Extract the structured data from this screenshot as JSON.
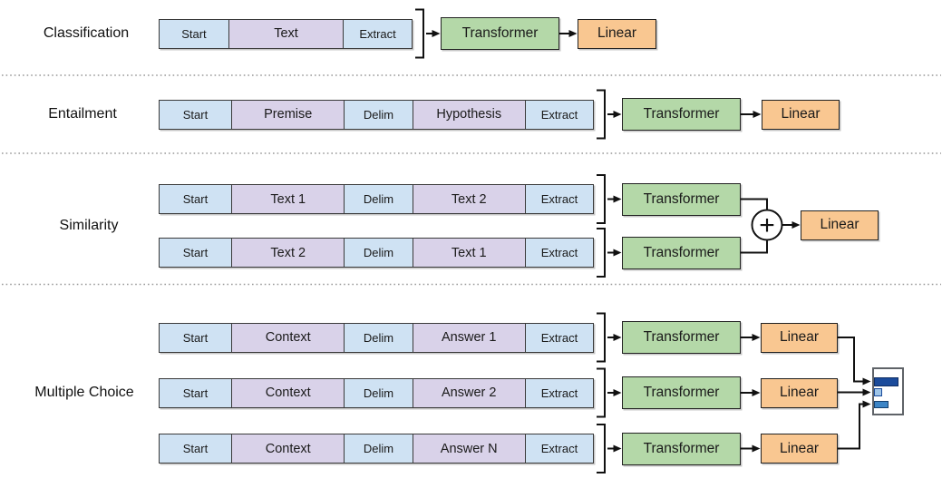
{
  "colors": {
    "token_blue": "#cfe2f3",
    "token_purple": "#d9d2e9",
    "transformer_green": "#b4d8a8",
    "linear_orange": "#f9c791",
    "score_bar_dark": "#1b4b9b",
    "score_bar_light": "#9fc5e8",
    "score_bar_medium": "#3d85c6"
  },
  "blocks": {
    "transformer": "Transformer",
    "linear": "Linear",
    "sum": "+"
  },
  "rows": [
    {
      "label": "Classification",
      "sequences": [
        {
          "cells": [
            "Start",
            "Text",
            "Extract"
          ]
        }
      ]
    },
    {
      "label": "Entailment",
      "sequences": [
        {
          "cells": [
            "Start",
            "Premise",
            "Delim",
            "Hypothesis",
            "Extract"
          ]
        }
      ]
    },
    {
      "label": "Similarity",
      "sequences": [
        {
          "cells": [
            "Start",
            "Text 1",
            "Delim",
            "Text 2",
            "Extract"
          ]
        },
        {
          "cells": [
            "Start",
            "Text 2",
            "Delim",
            "Text 1",
            "Extract"
          ]
        }
      ]
    },
    {
      "label": "Multiple Choice",
      "sequences": [
        {
          "cells": [
            "Start",
            "Context",
            "Delim",
            "Answer 1",
            "Extract"
          ]
        },
        {
          "cells": [
            "Start",
            "Context",
            "Delim",
            "Answer 2",
            "Extract"
          ]
        },
        {
          "cells": [
            "Start",
            "Context",
            "Delim",
            "Answer N",
            "Extract"
          ]
        }
      ]
    }
  ]
}
